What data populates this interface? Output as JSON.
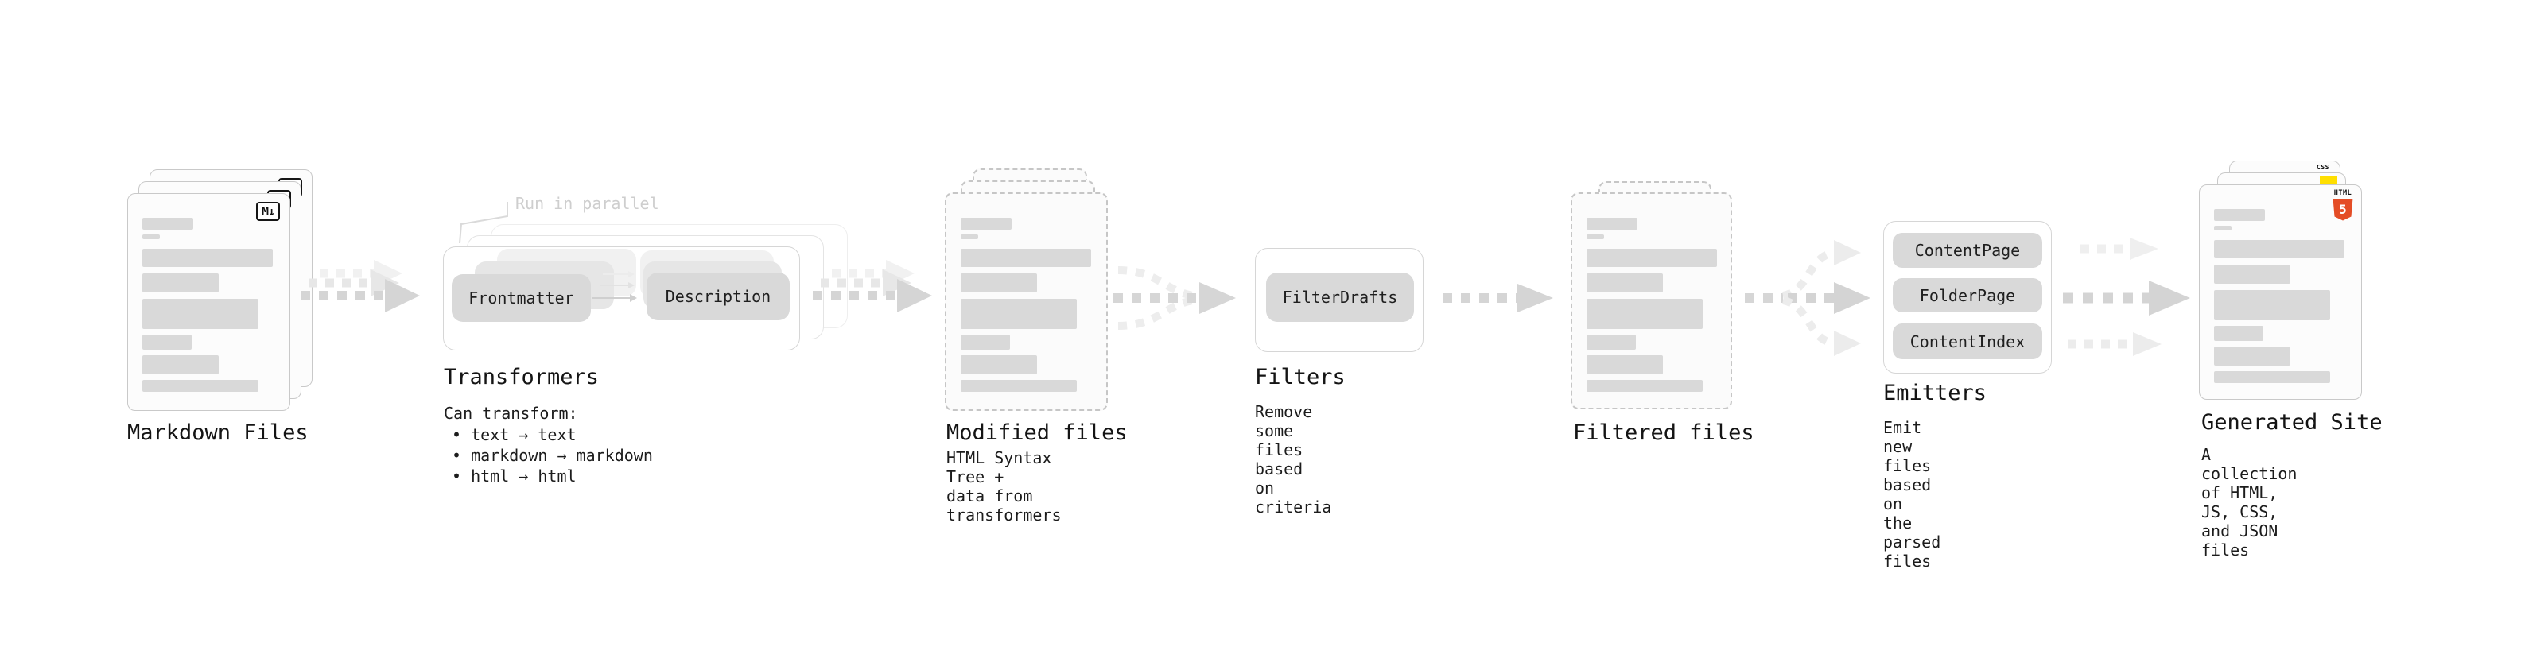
{
  "pipeline": {
    "markdown_files": {
      "label": "Markdown Files",
      "badge": "M↓"
    },
    "transformers": {
      "label": "Transformers",
      "note": "Run in parallel",
      "steps": [
        "Frontmatter",
        "Description"
      ],
      "caption_title": "Can transform:",
      "capabilities": [
        "• text → text",
        "• markdown → markdown",
        "• html → html"
      ]
    },
    "modified_files": {
      "label": "Modified files",
      "caption": "HTML Syntax Tree +\ndata from transformers"
    },
    "filters": {
      "label": "Filters",
      "steps": [
        "FilterDrafts"
      ],
      "caption": "Remove some files based\non criteria"
    },
    "filtered_files": {
      "label": "Filtered files"
    },
    "emitters": {
      "label": "Emitters",
      "steps": [
        "ContentPage",
        "FolderPage",
        "ContentIndex"
      ],
      "caption": "Emit new files based on\nthe parsed files"
    },
    "generated_site": {
      "label": "Generated Site",
      "caption": "A collection of HTML,\nJS, CSS, and JSON files",
      "badges": {
        "css_label": "CSS",
        "html_label": "HTML",
        "html_number": "5"
      }
    },
    "colors": {
      "html5_orange": "#e44d26",
      "js_yellow": "#ffdf00",
      "css_blue": "#2e6df6",
      "arrow_dark": "#d5d5d5",
      "arrow_mid": "#e7e7e7",
      "arrow_light": "#f1f1f1",
      "placeholder_bar": "#d9d9d9"
    }
  }
}
